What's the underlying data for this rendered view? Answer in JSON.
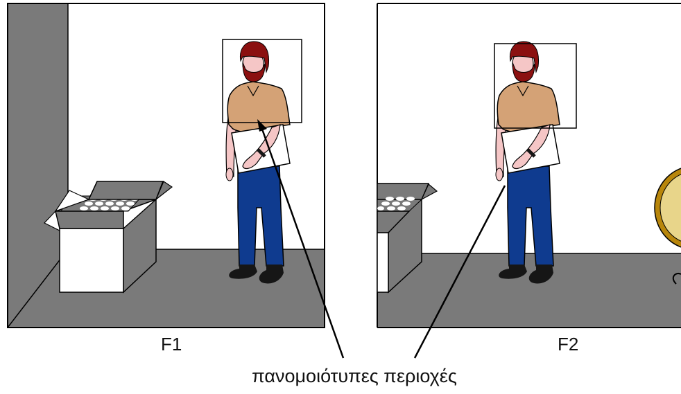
{
  "frames": [
    {
      "label": "F1"
    },
    {
      "label": "F2"
    }
  ],
  "caption": "πανομοιότυπες περιοχές",
  "colors": {
    "wall": "#ffffff",
    "side_wall": "#7a7a7a",
    "floor": "#7a7a7a",
    "shirt": "#d4a276",
    "jeans": "#0f3b8f",
    "hair": "#8b1010",
    "skin": "#f5c6c6",
    "shoes": "#161616",
    "outline": "#000000"
  }
}
